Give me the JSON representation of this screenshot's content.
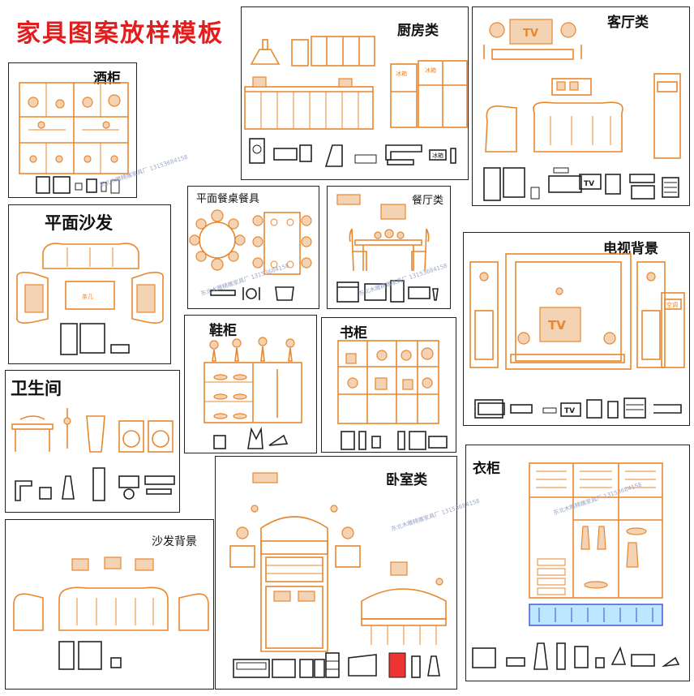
{
  "main_title": "家具图案放样模板",
  "watermark": "东北木雕精雕家具厂 13153684158",
  "sections": {
    "wine_cabinet": "酒柜",
    "kitchen": "厨房类",
    "living_room": "客厅类",
    "flat_sofa": "平面沙发",
    "dining_plan": "平面餐桌餐具",
    "dining_room": "餐厅类",
    "tv_background": "电视背景",
    "shoe_cabinet": "鞋柜",
    "bookcase": "书柜",
    "bathroom": "卫生间",
    "bedroom": "卧室类",
    "wardrobe": "衣柜",
    "sofa_background": "沙发背景"
  },
  "labels": {
    "tv": "TV",
    "fridge": "冰箱",
    "sofa_table": "茶几",
    "aircon": "空调"
  },
  "colors": {
    "accent": "#e8872e",
    "title_red": "#e21d1d",
    "line": "#222222"
  }
}
